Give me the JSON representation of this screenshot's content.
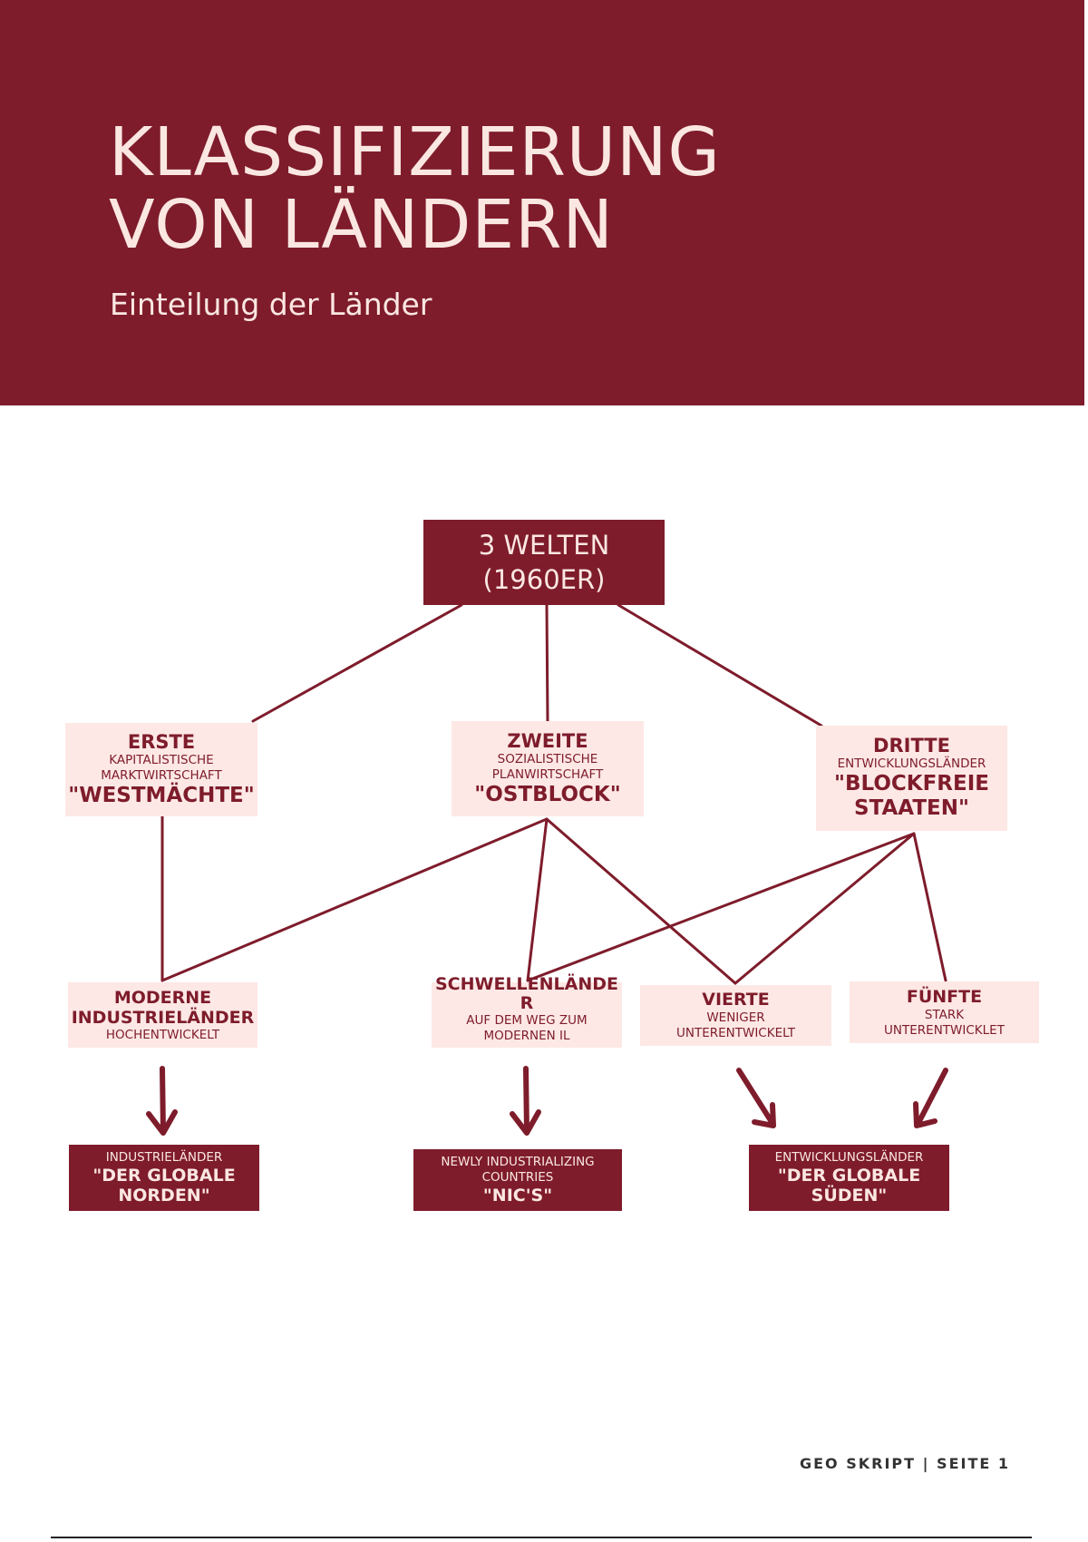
{
  "header": {
    "title_line1": "KLASSIFIZIERUNG",
    "title_line2": "VON LÄNDERN",
    "subtitle": "Einteilung der Länder"
  },
  "diagram": {
    "root": {
      "line1": "3 WELTEN",
      "line2": "(1960ER)"
    },
    "worlds": [
      {
        "title": "ERSTE",
        "sub1": "KAPITALISTISCHE",
        "sub2": "MARKTWIRTSCHAFT",
        "quote": "\"WESTMÄCHTE\""
      },
      {
        "title": "ZWEITE",
        "sub1": "SOZIALISTISCHE",
        "sub2": "PLANWIRTSCHAFT",
        "quote": "\"OSTBLOCK\""
      },
      {
        "title": "DRITTE",
        "sub1": "ENTWICKLUNGSLÄNDER",
        "quote1": "\"BLOCKFREIE",
        "quote2": "STAATEN\""
      }
    ],
    "categories": [
      {
        "title1": "MODERNE",
        "title2": "INDUSTRIELÄNDER",
        "sub": "HOCHENTWICKELT"
      },
      {
        "title1": "SCHWELLENLÄNDE",
        "title2": "R",
        "sub1": "AUF DEM WEG ZUM",
        "sub2": "MODERNEN IL"
      },
      {
        "title": "VIERTE",
        "sub1": "WENIGER",
        "sub2": "UNTERENTWICKELT"
      },
      {
        "title": "FÜNFTE",
        "sub1": "STARK",
        "sub2": "UNTERENTWICKLET"
      }
    ],
    "results": [
      {
        "sub": "INDUSTRIELÄNDER",
        "quote1": "\"DER GLOBALE",
        "quote2": "NORDEN\""
      },
      {
        "sub1": "NEWLY INDUSTRIALIZING",
        "sub2": "COUNTRIES",
        "quote": "\"NIC'S\""
      },
      {
        "sub": "ENTWICKLUNGSLÄNDER",
        "quote1": "\"DER GLOBALE",
        "quote2": "SÜDEN\""
      }
    ]
  },
  "footer": {
    "text": "GEO SKRIPT | SEITE 1"
  },
  "colors": {
    "primary": "#7e1c2b",
    "pink": "#fde8e5"
  }
}
